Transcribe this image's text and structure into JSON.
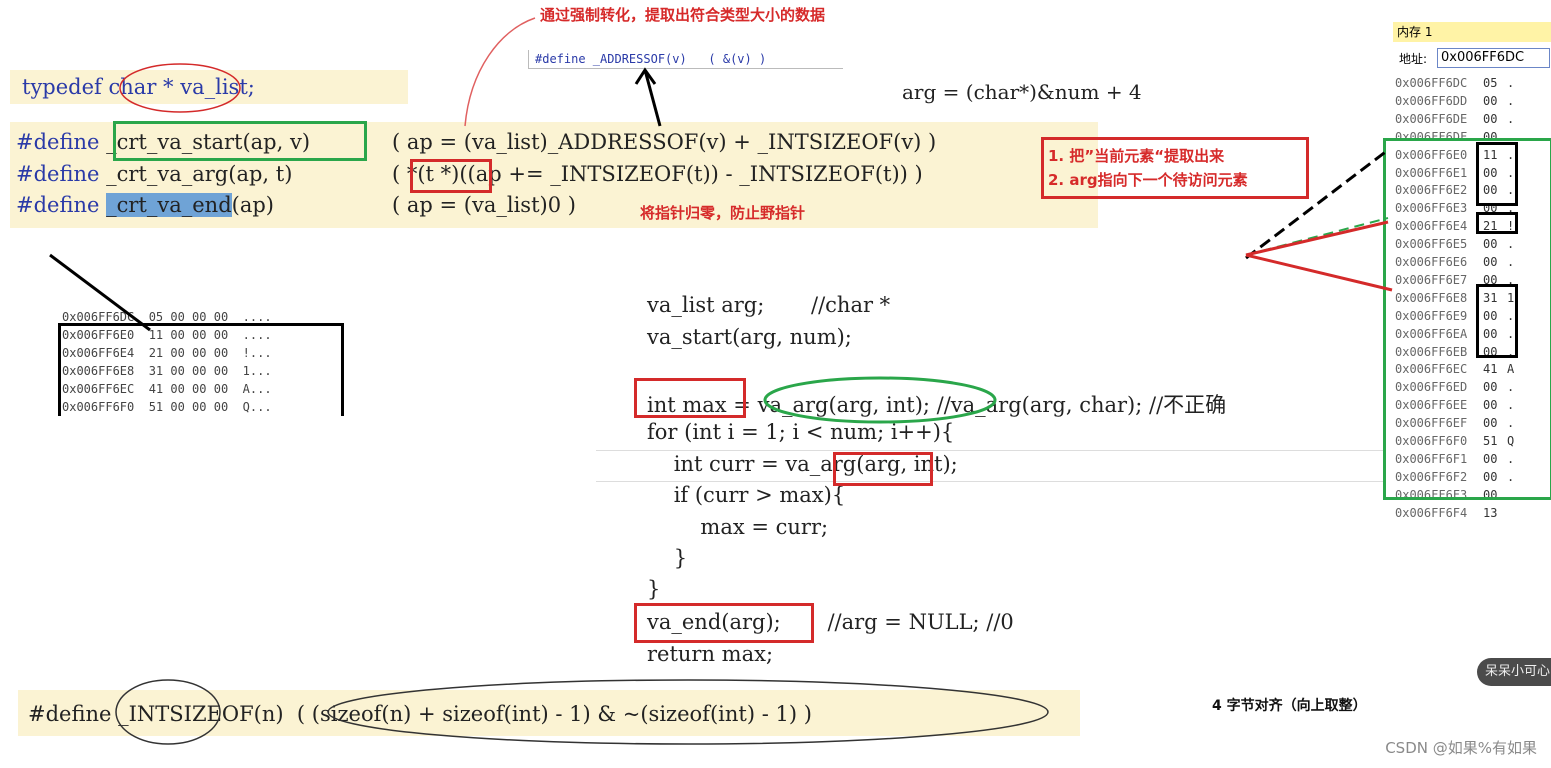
{
  "top_note": "通过强制转化，提取出符合类型大小的数据",
  "small_define": "#define _ADDRESSOF(v)   ( &(v) )",
  "typedef_line": {
    "kw": "typedef",
    "type": "char *",
    "name": "va_list;"
  },
  "arg_note": "arg = (char*)&num + 4",
  "defines": [
    {
      "kw": "#define",
      "name": "_crt_va_start",
      "params": "(ap, v)",
      "body": "( ap = (va_list)_ADDRESSOF(v) + _INTSIZEOF(v) )"
    },
    {
      "kw": "#define",
      "name": "_crt_va_arg",
      "params": "(ap, t)",
      "body": "( *(t *)((ap += _INTSIZEOF(t)) - _INTSIZEOF(t)) )"
    },
    {
      "kw": "#define",
      "name": "_crt_va_end",
      "params": "(ap)",
      "body": "( ap = (va_list)0 )"
    }
  ],
  "end_note": "将指针归零，防止野指针",
  "callout": {
    "line1": "1. 把”当前元素“提取出来",
    "line2": "2. arg指向下一个待访问元素"
  },
  "code_lines": [
    "va_list arg;       //char *",
    "va_start(arg, num);",
    "int max = va_arg(arg, int); //va_arg(arg, char); //不正确",
    "for (int i = 1; i < num; i++){",
    "    int curr = va_arg(arg, int);",
    "    if (curr > max){",
    "        max = curr;",
    "    }",
    "}",
    "va_end(arg);       //arg = NULL; //0",
    "return max;"
  ],
  "intsizeof_line": "#define _INTSIZEOF(n)  ( (sizeof(n) + sizeof(int) - 1) & ~(sizeof(int) - 1) )",
  "align_note": "4 字节对齐（向上取整）",
  "memory": {
    "title": "内存 1",
    "addr_label": "地址:",
    "addr_value": "0x006FF6DC",
    "rows": [
      [
        "0x006FF6DC",
        "05",
        "."
      ],
      [
        "0x006FF6DD",
        "00",
        "."
      ],
      [
        "0x006FF6DE",
        "00",
        "."
      ],
      [
        "0x006FF6DF",
        "00",
        "."
      ],
      [
        "0x006FF6E0",
        "11",
        "."
      ],
      [
        "0x006FF6E1",
        "00",
        "."
      ],
      [
        "0x006FF6E2",
        "00",
        "."
      ],
      [
        "0x006FF6E3",
        "00",
        "."
      ],
      [
        "0x006FF6E4",
        "21",
        "!"
      ],
      [
        "0x006FF6E5",
        "00",
        "."
      ],
      [
        "0x006FF6E6",
        "00",
        "."
      ],
      [
        "0x006FF6E7",
        "00",
        "."
      ],
      [
        "0x006FF6E8",
        "31",
        "1"
      ],
      [
        "0x006FF6E9",
        "00",
        "."
      ],
      [
        "0x006FF6EA",
        "00",
        "."
      ],
      [
        "0x006FF6EB",
        "00",
        "."
      ],
      [
        "0x006FF6EC",
        "41",
        "A"
      ],
      [
        "0x006FF6ED",
        "00",
        "."
      ],
      [
        "0x006FF6EE",
        "00",
        "."
      ],
      [
        "0x006FF6EF",
        "00",
        "."
      ],
      [
        "0x006FF6F0",
        "51",
        "Q"
      ],
      [
        "0x006FF6F1",
        "00",
        "."
      ],
      [
        "0x006FF6F2",
        "00",
        "."
      ],
      [
        "0x006FF6F3",
        "00",
        "."
      ],
      [
        "0x006FF6F4",
        "13",
        ""
      ]
    ]
  },
  "sketch_rows": [
    [
      "0x006FF6DC",
      "05 00 00 00",
      "...."
    ],
    [
      "0x006FF6E0",
      "11 00 00 00",
      "...."
    ],
    [
      "0x006FF6E4",
      "21 00 00 00",
      "!..."
    ],
    [
      "0x006FF6E8",
      "31 00 00 00",
      "1..."
    ],
    [
      "0x006FF6EC",
      "41 00 00 00",
      "A..."
    ],
    [
      "0x006FF6F0",
      "51 00 00 00",
      "Q..."
    ]
  ],
  "badge": "呆呆小可心",
  "watermark": "CSDN @如果%有如果"
}
